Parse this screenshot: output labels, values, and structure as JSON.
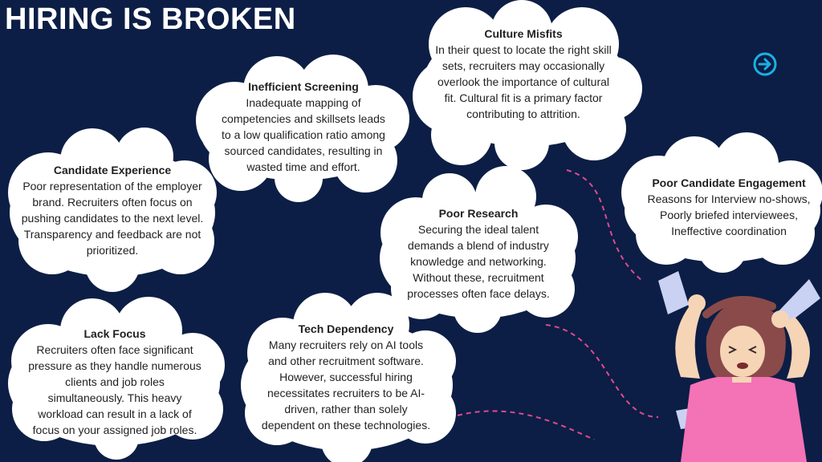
{
  "page": {
    "title": "HIRING IS BROKEN"
  },
  "colors": {
    "background": "#0c1e45",
    "cloud": "#ffffff",
    "accent_cyan": "#1ab0e6",
    "dash_pink": "#e0498f",
    "shirt": "#f472b6",
    "hair": "#8a4a4a"
  },
  "icons": {
    "next": "arrow-right-circle-icon"
  },
  "cards": [
    {
      "heading": "Inefficient Screening",
      "body": "Inadequate mapping of competencies and skillsets leads to a low qualification ratio among sourced candidates, resulting in wasted time and effort."
    },
    {
      "heading": "Culture Misfits",
      "body": "In their quest to locate the right skill sets, recruiters may occasionally overlook the importance of cultural fit. Cultural fit is a primary factor contributing to attrition."
    },
    {
      "heading": "Candidate Experience",
      "body": "Poor representation of the employer brand. Recruiters often focus on pushing candidates to the next level. Transparency and feedback are not prioritized."
    },
    {
      "heading": "Poor Research",
      "body": "Securing the ideal talent demands a blend of industry knowledge and networking. Without these, recruitment processes often face delays."
    },
    {
      "heading": "Poor Candidate Engagement",
      "body": "Reasons for Interview no-shows, Poorly briefed interviewees, Ineffective coordination"
    },
    {
      "heading": "Lack Focus",
      "body": "Recruiters often face significant pressure as they handle numerous clients and job roles simultaneously. This heavy workload can result in a lack of focus on your assigned job roles."
    },
    {
      "heading": "Tech Dependency",
      "body": "Many recruiters rely on AI tools and other recruitment software. However, successful hiring necessitates recruiters to be AI-driven, rather than solely dependent on these technologies."
    }
  ]
}
